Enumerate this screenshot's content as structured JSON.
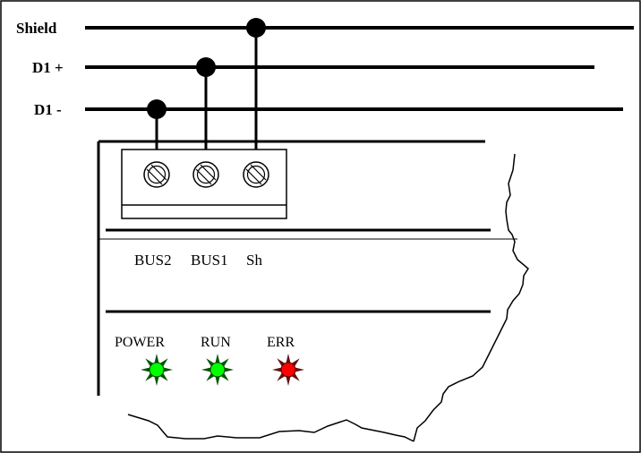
{
  "bus_wires": [
    {
      "label": "Shield"
    },
    {
      "label": "D1 +"
    },
    {
      "label": "D1 -"
    }
  ],
  "terminals": [
    {
      "label": "BUS2"
    },
    {
      "label": "BUS1"
    },
    {
      "label": "Sh"
    }
  ],
  "leds": [
    {
      "label": "POWER",
      "color": "#00ff00",
      "icon": "led-starburst-icon"
    },
    {
      "label": "RUN",
      "color": "#00ff00",
      "icon": "led-starburst-icon"
    },
    {
      "label": "ERR",
      "color": "#ff0000",
      "icon": "led-starburst-icon"
    }
  ],
  "colors": {
    "line": "#000000",
    "led_ray_green": "#005500",
    "led_ray_red": "#661111"
  }
}
